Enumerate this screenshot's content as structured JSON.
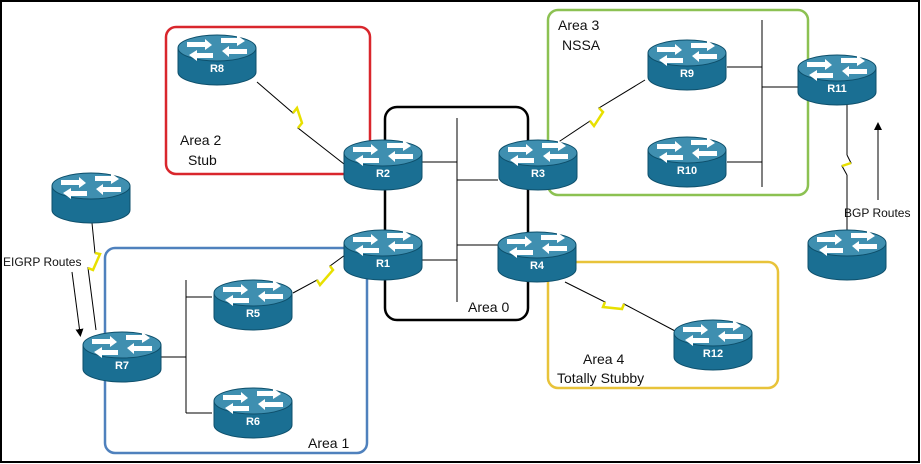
{
  "colors": {
    "area0": "#000000",
    "area1": "#4f81bd",
    "area2": "#d9262c",
    "area3": "#8cc152",
    "area4": "#e8c33a",
    "router_top": "#3f8fb0",
    "router_body": "#1a6f93",
    "serial_link": "#e8e000"
  },
  "areas": {
    "area0": {
      "line1": "Area 0"
    },
    "area1": {
      "line1": "Area 1"
    },
    "area2": {
      "line1": "Area 2",
      "line2": "Stub"
    },
    "area3": {
      "line1": "Area 3",
      "line2": "NSSA"
    },
    "area4": {
      "line1": "Area 4",
      "line2": "Totally Stubby"
    }
  },
  "routers": {
    "r1": "R1",
    "r2": "R2",
    "r3": "R3",
    "r4": "R4",
    "r5": "R5",
    "r6": "R6",
    "r7": "R7",
    "r8": "R8",
    "r9": "R9",
    "r10": "R10",
    "r11": "R11",
    "r12": "R12",
    "eigrp": "",
    "bgp": ""
  },
  "annotations": {
    "eigrp": "EIGRP Routes",
    "bgp": "BGP Routes"
  }
}
